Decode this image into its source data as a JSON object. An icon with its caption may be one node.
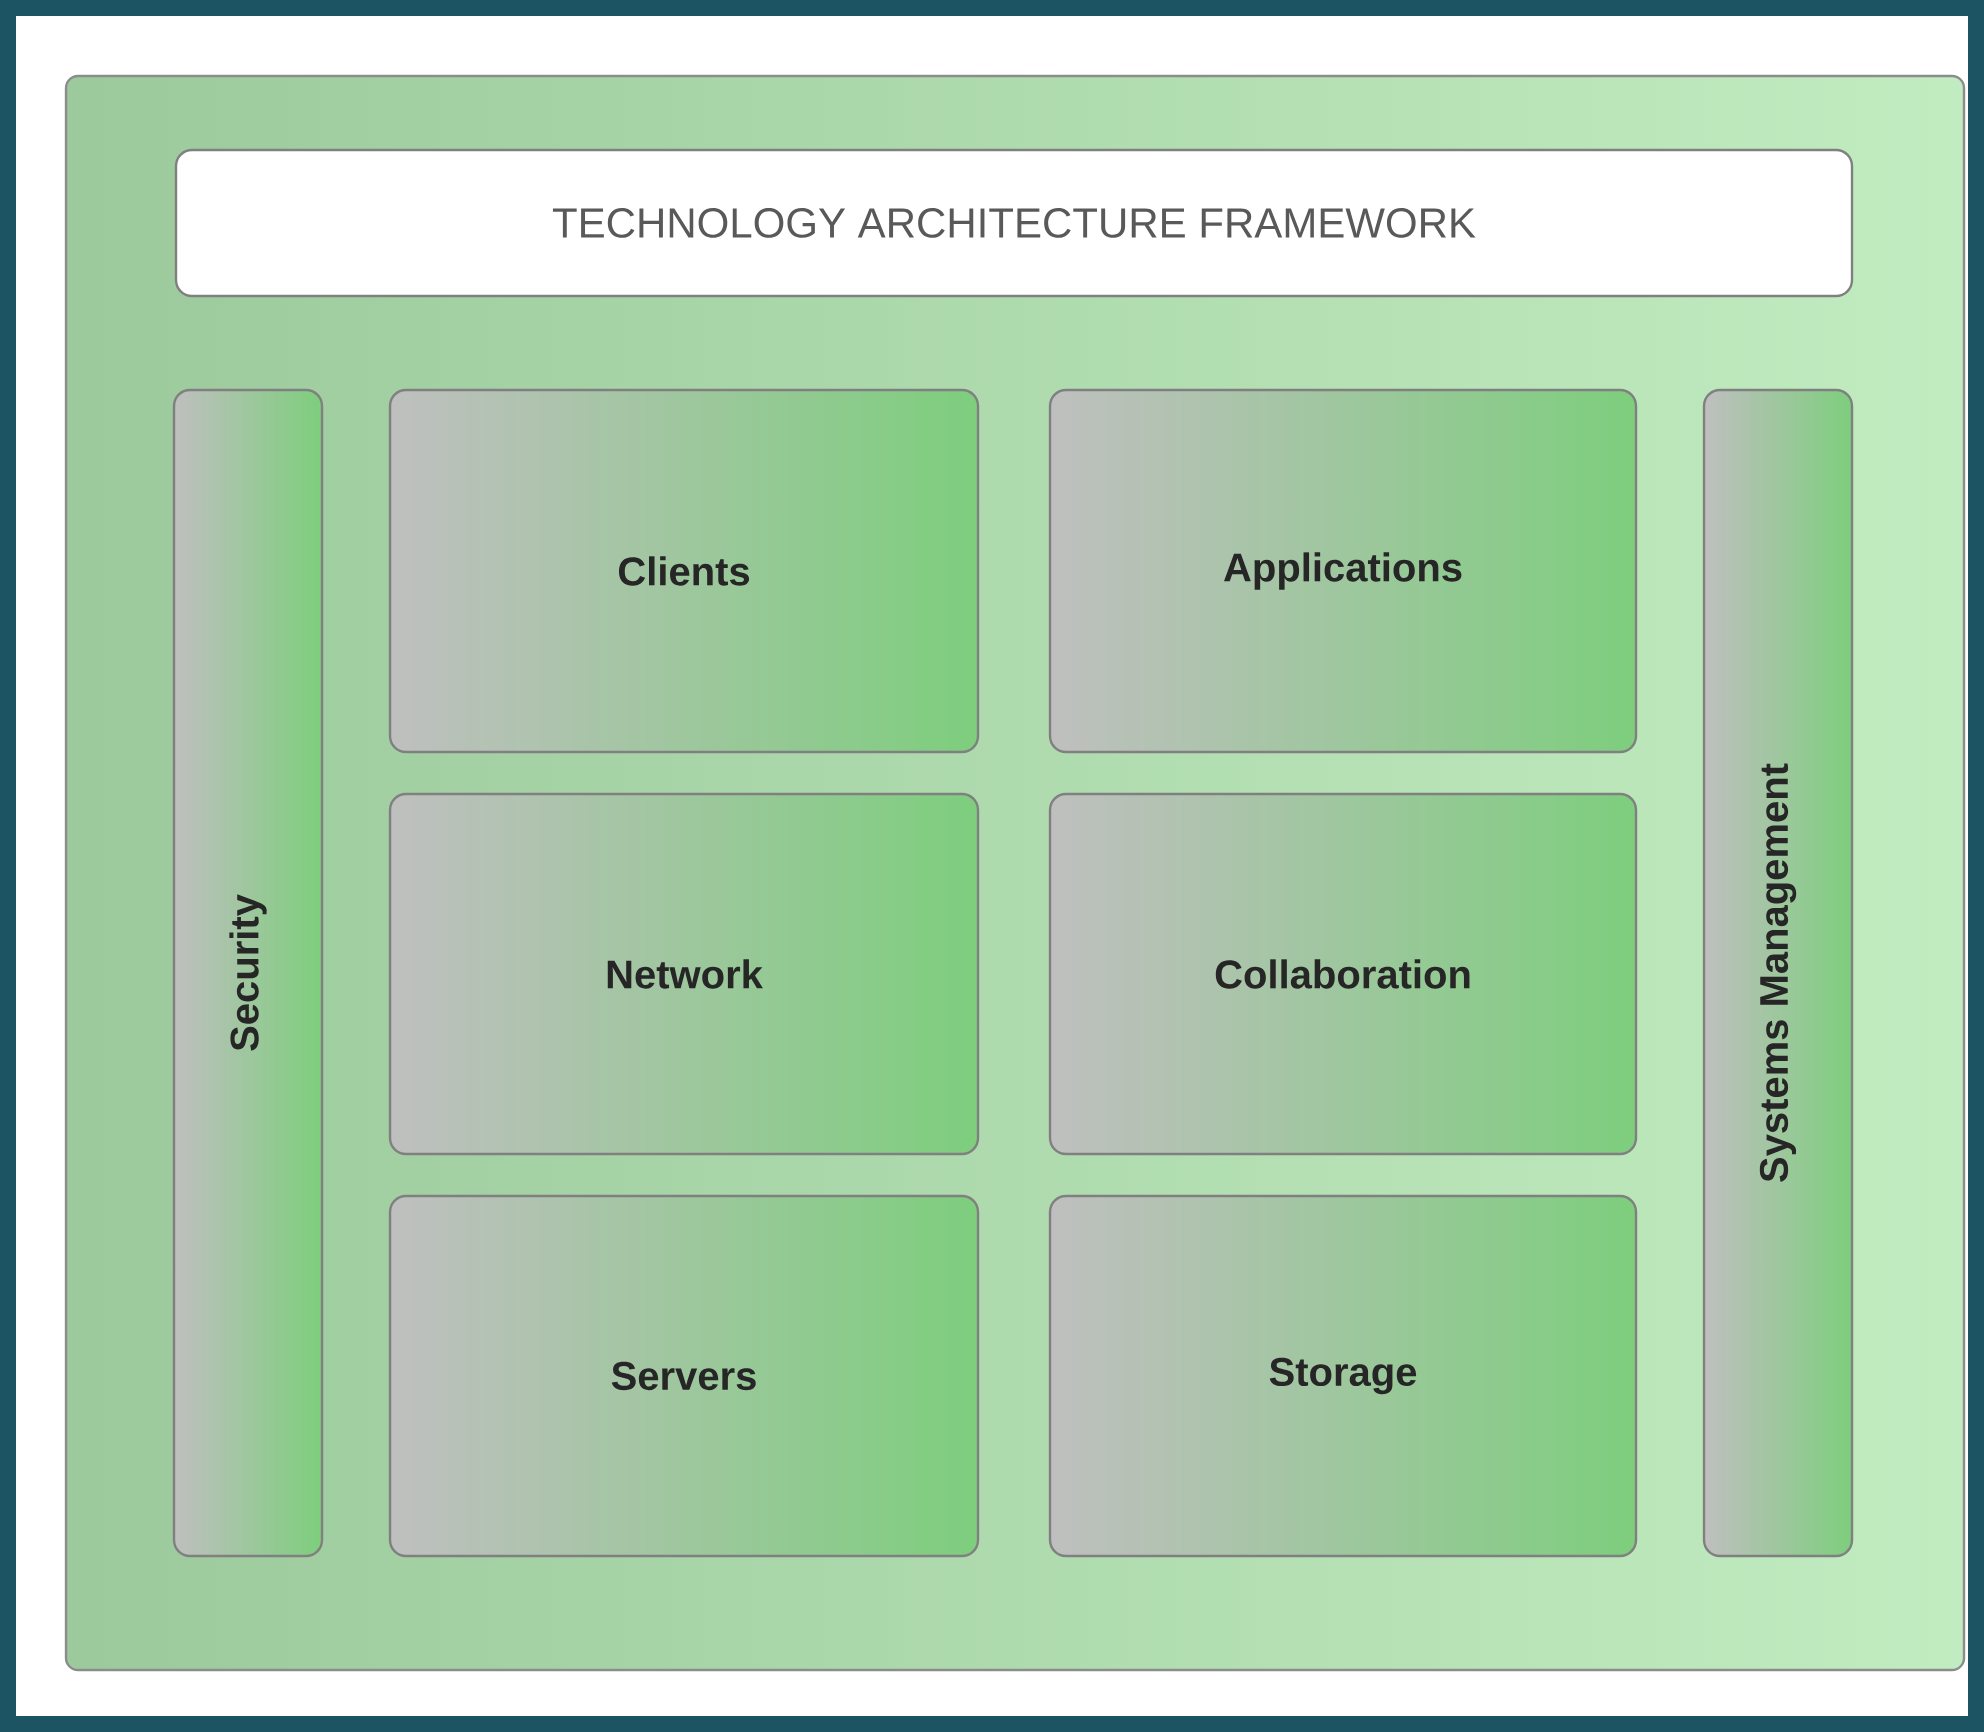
{
  "diagram": {
    "nodes": [
      {
        "text": [],
        "shape": "box"
      },
      {
        "text": [
          "TECHNOLOGY ARCHITECTURE FRAMEWORK"
        ],
        "in": 0
      },
      {
        "text": [
          "Security"
        ],
        "in": 0
      },
      {
        "text": [
          "Clients"
        ],
        "in": 0
      },
      {
        "text": [
          "Applications"
        ],
        "in": 0
      },
      {
        "text": [
          "Systems Management"
        ],
        "in": 0
      },
      {
        "text": [
          "Network"
        ],
        "in": 0
      },
      {
        "text": [
          "Collaboration"
        ],
        "in": 0
      },
      {
        "text": [
          "Servers"
        ],
        "in": 0
      },
      {
        "text": [
          "Storage"
        ],
        "in": 0
      }
    ]
  }
}
